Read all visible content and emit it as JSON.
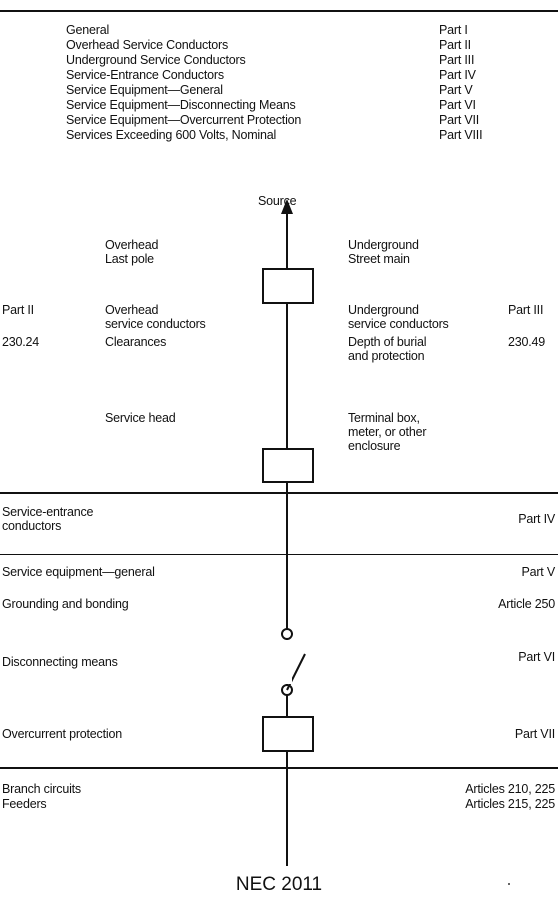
{
  "index": [
    {
      "title": "General",
      "part": "Part I"
    },
    {
      "title": "Overhead Service Conductors",
      "part": "Part II"
    },
    {
      "title": "Underground Service Conductors",
      "part": "Part III"
    },
    {
      "title": "Service-Entrance Conductors",
      "part": "Part IV"
    },
    {
      "title": "Service Equipment—General",
      "part": "Part V"
    },
    {
      "title": "Service Equipment—Disconnecting Means",
      "part": "Part VI"
    },
    {
      "title": "Service Equipment—Overcurrent Protection",
      "part": "Part VII"
    },
    {
      "title": "Services Exceeding 600 Volts, Nominal",
      "part": "Part VIII"
    }
  ],
  "diagram": {
    "source": "Source",
    "overhead_last_pole": "Overhead\nLast pole",
    "underground_street_main": "Underground\nStreet main",
    "part_ii": "Part II",
    "overhead_conductors": "Overhead\nservice conductors",
    "underground_conductors": "Underground\nservice conductors",
    "part_iii": "Part III",
    "ref_230_24": "230.24",
    "clearances": "Clearances",
    "depth_of_burial": "Depth of burial\nand protection",
    "ref_230_49": "230.49",
    "service_head": "Service head",
    "terminal_box": "Terminal box,\nmeter, or other\nenclosure"
  },
  "sections": {
    "service_entrance": "Service-entrance\nconductors",
    "service_entrance_part": "Part IV",
    "equipment_general": "Service equipment—general",
    "equipment_general_part": "Part V",
    "grounding": "Grounding and bonding",
    "grounding_ref": "Article 250",
    "disconnecting": "Disconnecting means",
    "disconnecting_part": "Part VI",
    "overcurrent": "Overcurrent protection",
    "overcurrent_part": "Part VII",
    "branch_circuits": "Branch circuits",
    "branch_circuits_ref": "Articles 210, 225",
    "feeders": "Feeders",
    "feeders_ref": "Articles 215, 225"
  },
  "caption": "NEC 2011"
}
